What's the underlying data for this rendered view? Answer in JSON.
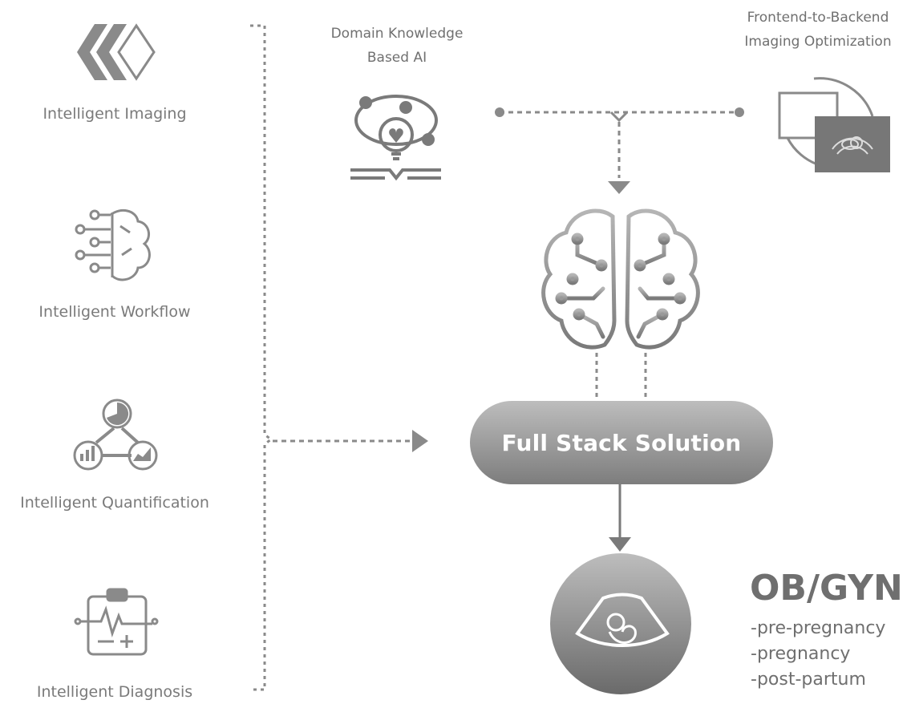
{
  "features": [
    {
      "label": "Intelligent Imaging",
      "icon": "imaging-chevrons-icon"
    },
    {
      "label": "Intelligent Workflow",
      "icon": "brain-circuit-icon"
    },
    {
      "label": "Intelligent Quantification",
      "icon": "quantification-triangle-icon"
    },
    {
      "label": "Intelligent Diagnosis",
      "icon": "clipboard-diagnosis-icon"
    }
  ],
  "top_nodes": {
    "domain_ai": {
      "line1": "Domain Knowledge",
      "line2": "Based AI",
      "icon": "lightbulb-book-icon"
    },
    "frontend_backend": {
      "line1": "Frontend-to-Backend",
      "line2": "Imaging Optimization",
      "icon": "ultrasound-screen-icon"
    }
  },
  "center": {
    "label": "Full Stack Solution",
    "icon": "brain-circuit-large-icon"
  },
  "result": {
    "title": "OB/GYN",
    "items": [
      "-pre-pregnancy",
      "-pregnancy",
      "-post-partum"
    ],
    "icon": "fetus-ultrasound-icon"
  },
  "colors": {
    "primary_gray": "#7a7a7a",
    "dark_gray": "#666666",
    "light_gray": "#bdbdbd"
  }
}
